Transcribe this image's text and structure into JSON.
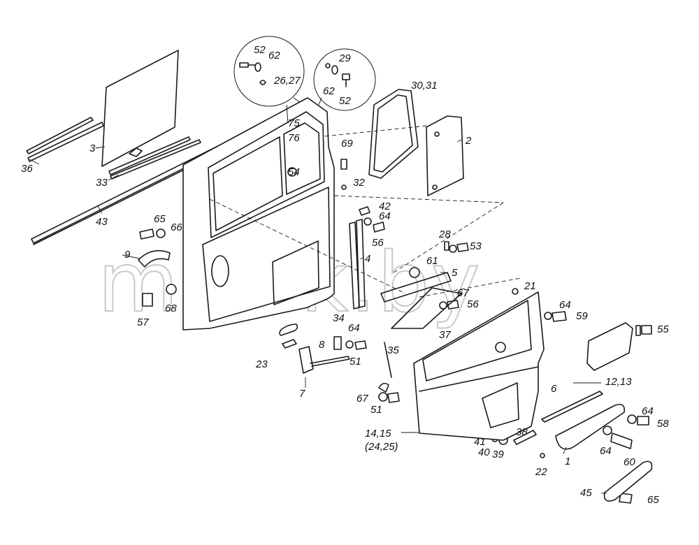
{
  "watermark": "mazik.by",
  "labels": [
    {
      "id": "l-52a",
      "text": "52"
    },
    {
      "id": "l-62a",
      "text": "62"
    },
    {
      "id": "l-2627",
      "text": "26,27"
    },
    {
      "id": "l-29",
      "text": "29"
    },
    {
      "id": "l-62b",
      "text": "62"
    },
    {
      "id": "l-52b",
      "text": "52"
    },
    {
      "id": "l-3031",
      "text": "30,31"
    },
    {
      "id": "l-2",
      "text": "2"
    },
    {
      "id": "l-3",
      "text": "3"
    },
    {
      "id": "l-36",
      "text": "36"
    },
    {
      "id": "l-33",
      "text": "33"
    },
    {
      "id": "l-43",
      "text": "43"
    },
    {
      "id": "l-75",
      "text": "75"
    },
    {
      "id": "l-76",
      "text": "76"
    },
    {
      "id": "l-54",
      "text": "54"
    },
    {
      "id": "l-69",
      "text": "69"
    },
    {
      "id": "l-32",
      "text": "32"
    },
    {
      "id": "l-42",
      "text": "42"
    },
    {
      "id": "l-64a",
      "text": "64"
    },
    {
      "id": "l-56a",
      "text": "56"
    },
    {
      "id": "l-65a",
      "text": "65"
    },
    {
      "id": "l-66",
      "text": "66"
    },
    {
      "id": "l-9",
      "text": "9"
    },
    {
      "id": "l-57",
      "text": "57"
    },
    {
      "id": "l-68",
      "text": "68"
    },
    {
      "id": "l-4",
      "text": "4"
    },
    {
      "id": "l-28",
      "text": "28"
    },
    {
      "id": "l-53",
      "text": "53"
    },
    {
      "id": "l-61",
      "text": "61"
    },
    {
      "id": "l-5",
      "text": "5"
    },
    {
      "id": "l-21",
      "text": "21"
    },
    {
      "id": "l-67a",
      "text": "67"
    },
    {
      "id": "l-56b",
      "text": "56"
    },
    {
      "id": "l-64b",
      "text": "64"
    },
    {
      "id": "l-59",
      "text": "59"
    },
    {
      "id": "l-34",
      "text": "34"
    },
    {
      "id": "l-64c",
      "text": "64"
    },
    {
      "id": "l-8",
      "text": "8"
    },
    {
      "id": "l-37",
      "text": "37"
    },
    {
      "id": "l-55",
      "text": "55"
    },
    {
      "id": "l-23",
      "text": "23"
    },
    {
      "id": "l-51a",
      "text": "51"
    },
    {
      "id": "l-35",
      "text": "35"
    },
    {
      "id": "l-7",
      "text": "7"
    },
    {
      "id": "l-6",
      "text": "6"
    },
    {
      "id": "l-1213",
      "text": "12,13"
    },
    {
      "id": "l-67b",
      "text": "67"
    },
    {
      "id": "l-51b",
      "text": "51"
    },
    {
      "id": "l-64d",
      "text": "64"
    },
    {
      "id": "l-58",
      "text": "58"
    },
    {
      "id": "l-1415",
      "text": "14,15"
    },
    {
      "id": "l-2425",
      "text": "(24,25)"
    },
    {
      "id": "l-41",
      "text": "41"
    },
    {
      "id": "l-38",
      "text": "38"
    },
    {
      "id": "l-40",
      "text": "40"
    },
    {
      "id": "l-39",
      "text": "39"
    },
    {
      "id": "l-1",
      "text": "1"
    },
    {
      "id": "l-64e",
      "text": "64"
    },
    {
      "id": "l-60",
      "text": "60"
    },
    {
      "id": "l-22",
      "text": "22"
    },
    {
      "id": "l-45",
      "text": "45"
    },
    {
      "id": "l-65b",
      "text": "65"
    }
  ]
}
